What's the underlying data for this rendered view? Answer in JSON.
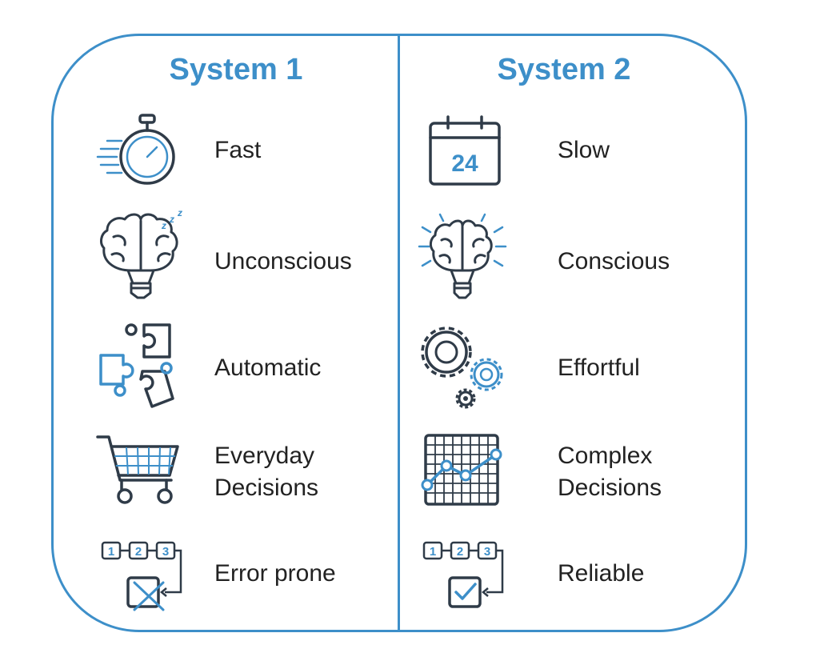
{
  "colors": {
    "accent": "#3d8fc9",
    "ink": "#2f3b48",
    "text": "#222222"
  },
  "system1": {
    "title": "System 1",
    "items": [
      {
        "icon": "stopwatch-icon",
        "lines": [
          "Fast"
        ]
      },
      {
        "icon": "sleeping-brain-bulb-icon",
        "lines": [
          "Unconscious"
        ]
      },
      {
        "icon": "puzzle-pieces-icon",
        "lines": [
          "Automatic"
        ]
      },
      {
        "icon": "shopping-cart-icon",
        "lines": [
          "Everyday",
          "Decisions"
        ]
      },
      {
        "icon": "steps-cross-box-icon",
        "lines": [
          "Error prone"
        ]
      }
    ]
  },
  "system2": {
    "title": "System 2",
    "items": [
      {
        "icon": "calendar-icon",
        "lines": [
          "Slow"
        ]
      },
      {
        "icon": "glowing-brain-bulb-icon",
        "lines": [
          "Conscious"
        ]
      },
      {
        "icon": "gears-icon",
        "lines": [
          "Effortful"
        ]
      },
      {
        "icon": "line-graph-grid-icon",
        "lines": [
          "Complex",
          "Decisions"
        ]
      },
      {
        "icon": "steps-check-box-icon",
        "lines": [
          "Reliable"
        ]
      }
    ]
  },
  "calendar_day": "24",
  "steps": [
    "1",
    "2",
    "3"
  ]
}
